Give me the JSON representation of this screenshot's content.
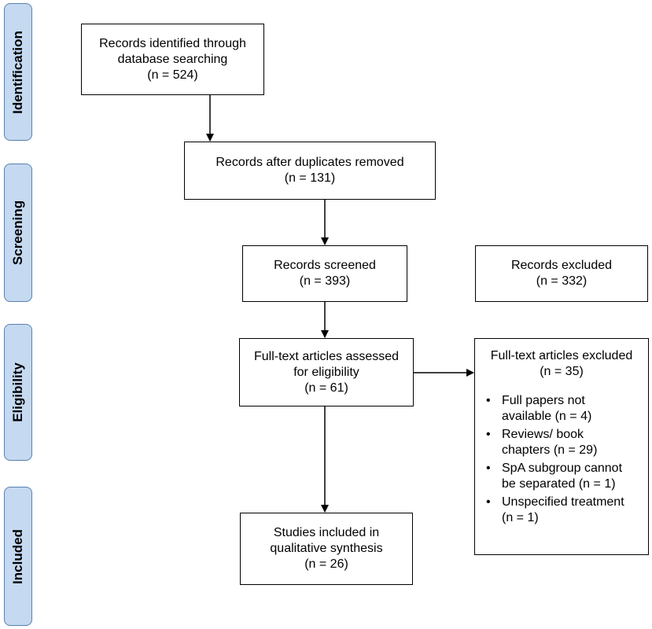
{
  "phases": [
    {
      "id": "identification",
      "label": "Identification"
    },
    {
      "id": "screening",
      "label": "Screening"
    },
    {
      "id": "eligibility",
      "label": "Eligibility"
    },
    {
      "id": "included",
      "label": "Included"
    }
  ],
  "boxes": {
    "identified": {
      "line1": "Records identified through",
      "line2": "database searching",
      "count": "(n = 524)"
    },
    "duplicates_removed": {
      "line1": "Records after duplicates removed",
      "count": "(n =  131)"
    },
    "screened": {
      "line1": "Records screened",
      "count": "(n = 393)"
    },
    "excluded": {
      "line1": "Records excluded",
      "count": "(n = 332)"
    },
    "fulltext_assessed": {
      "line1": "Full-text articles assessed",
      "line2": "for eligibility",
      "count": "(n = 61)"
    },
    "fulltext_excluded": {
      "line1": "Full-text articles excluded",
      "count": "(n = 35)",
      "reasons": [
        {
          "line1": "Full papers not",
          "line2": "available (n = 4)"
        },
        {
          "line1": "Reviews/ book",
          "line2": "chapters (n = 29)"
        },
        {
          "line1": "SpA subgroup cannot",
          "line2": "be separated (n = 1)"
        },
        {
          "line1": "Unspecified treatment",
          "line2": "(n = 1)"
        }
      ]
    },
    "included": {
      "line1": "Studies included in",
      "line2": "qualitative synthesis",
      "count": "(n =  26)"
    }
  }
}
